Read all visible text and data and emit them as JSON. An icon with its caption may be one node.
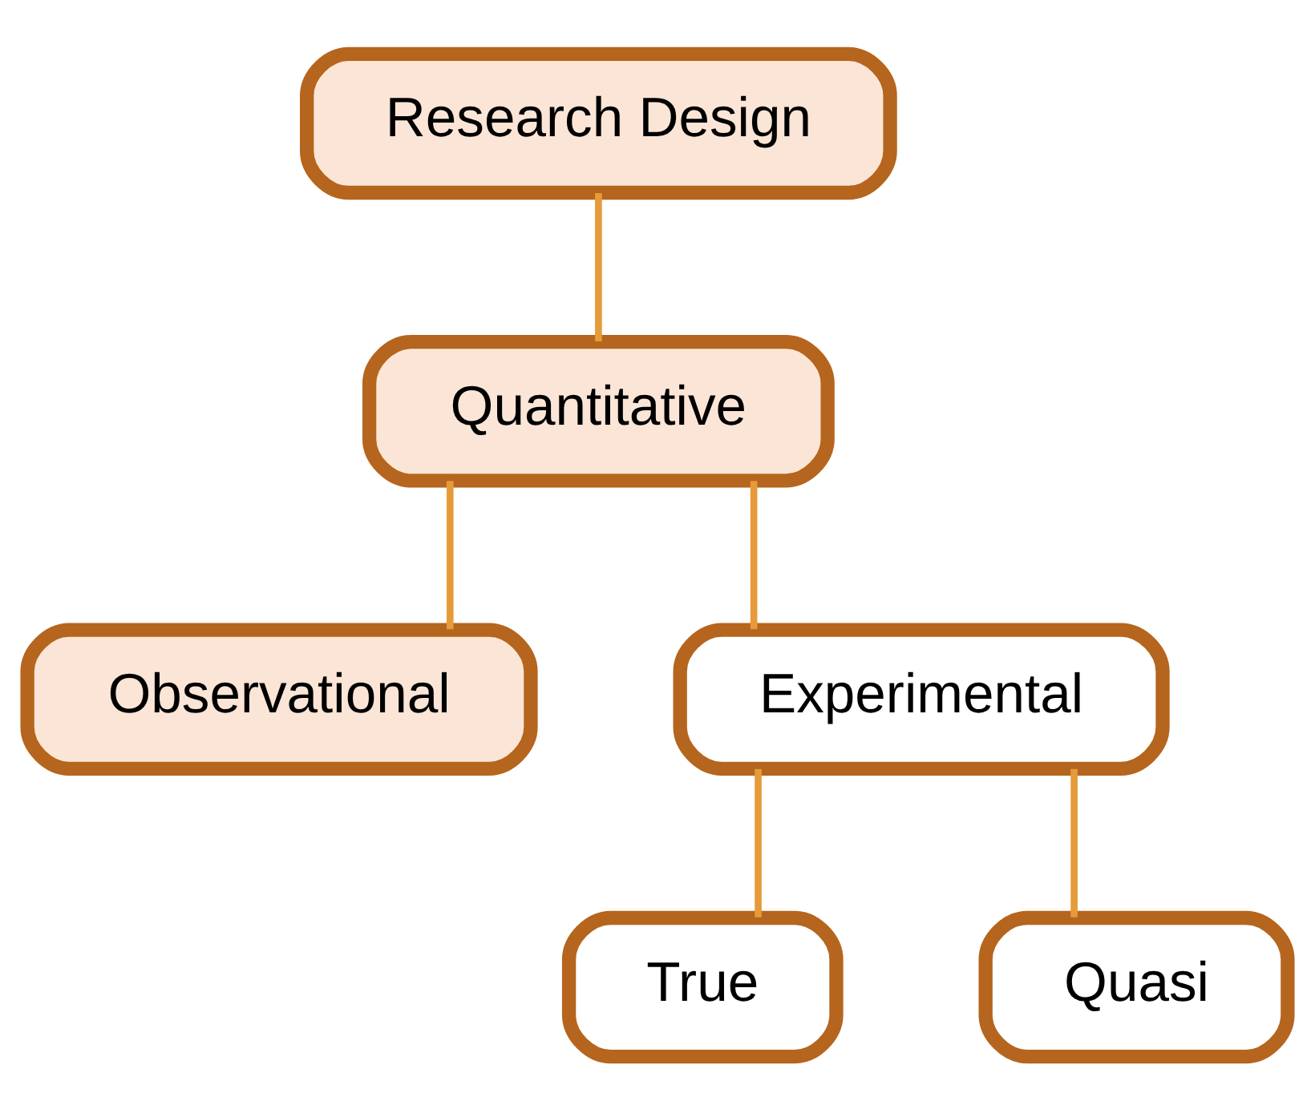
{
  "diagram": {
    "nodes": [
      {
        "text": [
          "Research Design"
        ]
      },
      {
        "text": [
          "Quantitative"
        ]
      },
      {
        "text": [
          "Observational"
        ]
      },
      {
        "text": [
          "Experimental"
        ]
      },
      {
        "text": [
          "True"
        ]
      },
      {
        "text": [
          "Quasi"
        ]
      }
    ],
    "edges": [
      {
        "from": 0,
        "to": 1,
        "arrow": "none"
      },
      {
        "from": 1,
        "to": 2,
        "arrow": "none"
      },
      {
        "from": 1,
        "to": 3,
        "arrow": "none"
      },
      {
        "from": 3,
        "to": 4,
        "arrow": "none"
      },
      {
        "from": 3,
        "to": 5,
        "arrow": "none"
      }
    ]
  }
}
